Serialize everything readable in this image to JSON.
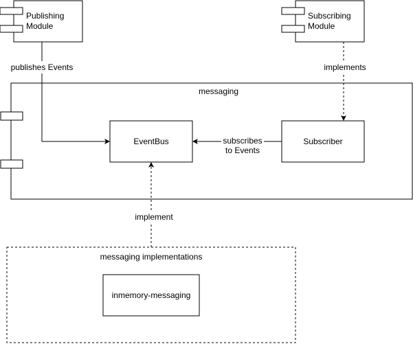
{
  "components": {
    "publishing_module": {
      "line1": "Publishing",
      "line2": "Module"
    },
    "subscribing_module": {
      "line1": "Subscribing",
      "line2": "Module"
    },
    "messaging": {
      "label": "messaging"
    },
    "messaging_implementations": {
      "label": "messaging implementations"
    }
  },
  "boxes": {
    "eventbus": "EventBus",
    "subscriber": "Subscriber",
    "inmemory": "inmemory-messaging"
  },
  "edges": {
    "publishes": "publishes Events",
    "implements": "implements",
    "subscribes_line1": "subscribes",
    "subscribes_line2": "to Events",
    "implement": "implement"
  },
  "colors": {
    "stroke": "#000000",
    "background": "#ffffff"
  }
}
